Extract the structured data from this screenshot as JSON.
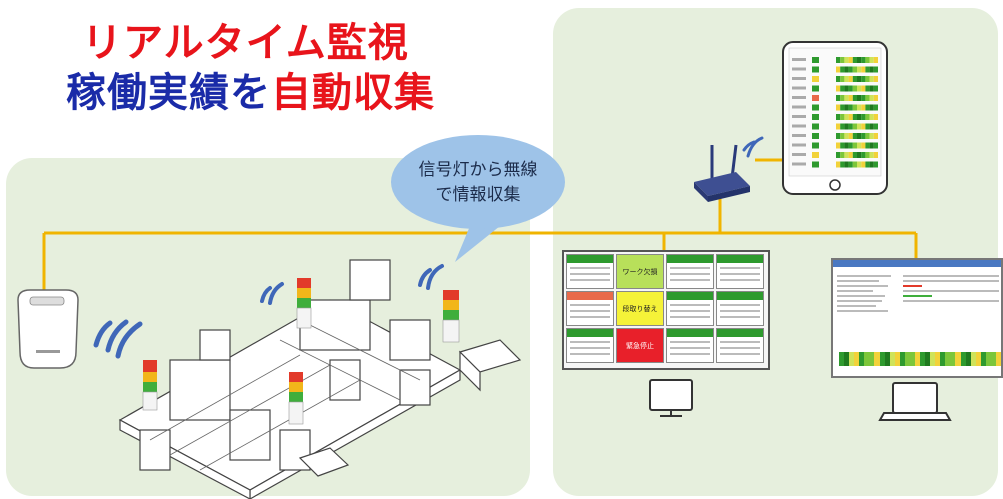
{
  "title": {
    "line1": "リアルタイム監視",
    "line2_part1": "稼働実績を",
    "line2_part2": "自動収集"
  },
  "bubble": {
    "line1": "信号灯から無線",
    "line2": "で情報収集"
  },
  "dashboard": {
    "center_panels": [
      {
        "label": "ワーク欠損",
        "color": "#b8e05a"
      },
      {
        "label": "段取り替え",
        "color": "#f5f238"
      },
      {
        "label": "緊急停止",
        "color": "#e8202a"
      }
    ],
    "tile_colors": [
      "#2e9a2e",
      "#2e9a2e",
      "#2e9a2e",
      "#e86a4a",
      "#2e9a2e",
      "#2e9a2e",
      "#2e9a2e",
      "#2e9a2e",
      "#2e9a2e",
      "#2e9a2e",
      "#2e9a2e",
      "#2e9a2e"
    ]
  },
  "colors": {
    "title_red": "#e8141b",
    "title_blue": "#1a2ba8",
    "panel_bg": "#e6efdd",
    "network_line": "#f0b400",
    "wifi_blue": "#3f67b8",
    "signal_red": "#e23a2a",
    "signal_yellow": "#f2b61a",
    "signal_green": "#3fae3c"
  }
}
